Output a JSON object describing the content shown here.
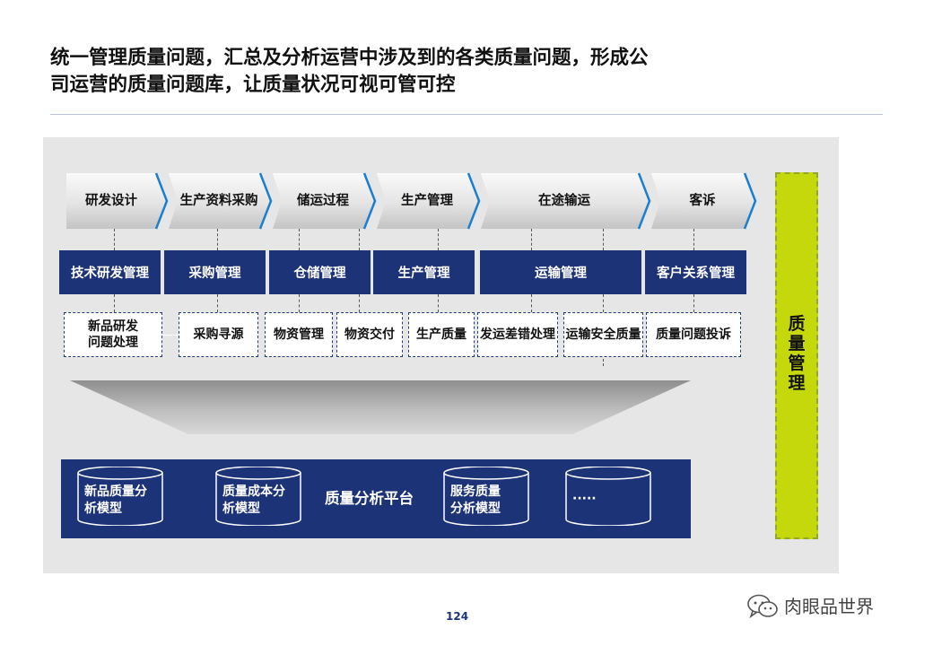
{
  "title": {
    "line1": "统一管理质量问题，汇总及分析运营中涉及到的各类质量问题，形成公",
    "line2": "司运营的质量问题库，让质量状况可视可管可控"
  },
  "stages": [
    "研发设计",
    "生产资料采购",
    "储运过程",
    "生产管理",
    "在途输运",
    "客诉"
  ],
  "processes": [
    "技术研发管理",
    "采购管理",
    "仓储管理",
    "生产管理",
    "运输管理",
    "客户关系管理"
  ],
  "issues": [
    {
      "line1": "新品研发",
      "line2": "问题处理"
    },
    {
      "line1": "采购寻源",
      "line2": ""
    },
    {
      "line1": "物资管理",
      "line2": ""
    },
    {
      "line1": "物资交付",
      "line2": ""
    },
    {
      "line1": "生产质量",
      "line2": ""
    },
    {
      "line1": "发运差错处理",
      "line2": ""
    },
    {
      "line1": "运输安全质量",
      "line2": ""
    },
    {
      "line1": "质量问题投诉",
      "line2": ""
    }
  ],
  "platform": {
    "label": "质量分析平台",
    "models": [
      {
        "line1": "新品质量分",
        "line2": "析模型"
      },
      {
        "line1": "质量成本分",
        "line2": "析模型"
      },
      {
        "line1": "服务质量",
        "line2": "分析模型"
      },
      {
        "line1": "·····",
        "line2": ""
      }
    ]
  },
  "side_label": {
    "chars": [
      "质",
      "量",
      "管",
      "理"
    ]
  },
  "page_number": "124",
  "watermark": "肉眼品世界",
  "colors": {
    "navy": "#1d3377",
    "lime": "#c5d80b",
    "panel": "#e6e6e6",
    "chevron_edge": "#1a7fd0"
  },
  "icons": {
    "watermark": "wechat-icon"
  }
}
